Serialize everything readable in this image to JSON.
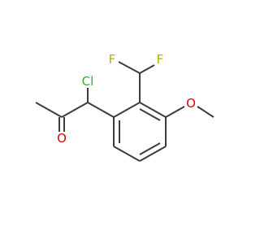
{
  "molecule": {
    "atoms": {
      "cl": {
        "symbol": "Cl",
        "color": "#33aa33"
      },
      "f1": {
        "symbol": "F",
        "color": "#b2b200"
      },
      "f2": {
        "symbol": "F",
        "color": "#b2b200"
      },
      "o_carbonyl": {
        "symbol": "O",
        "color": "#e00000"
      },
      "o_methoxy": {
        "symbol": "O",
        "color": "#e00000"
      }
    },
    "bond_color": "#3c3c3c"
  }
}
